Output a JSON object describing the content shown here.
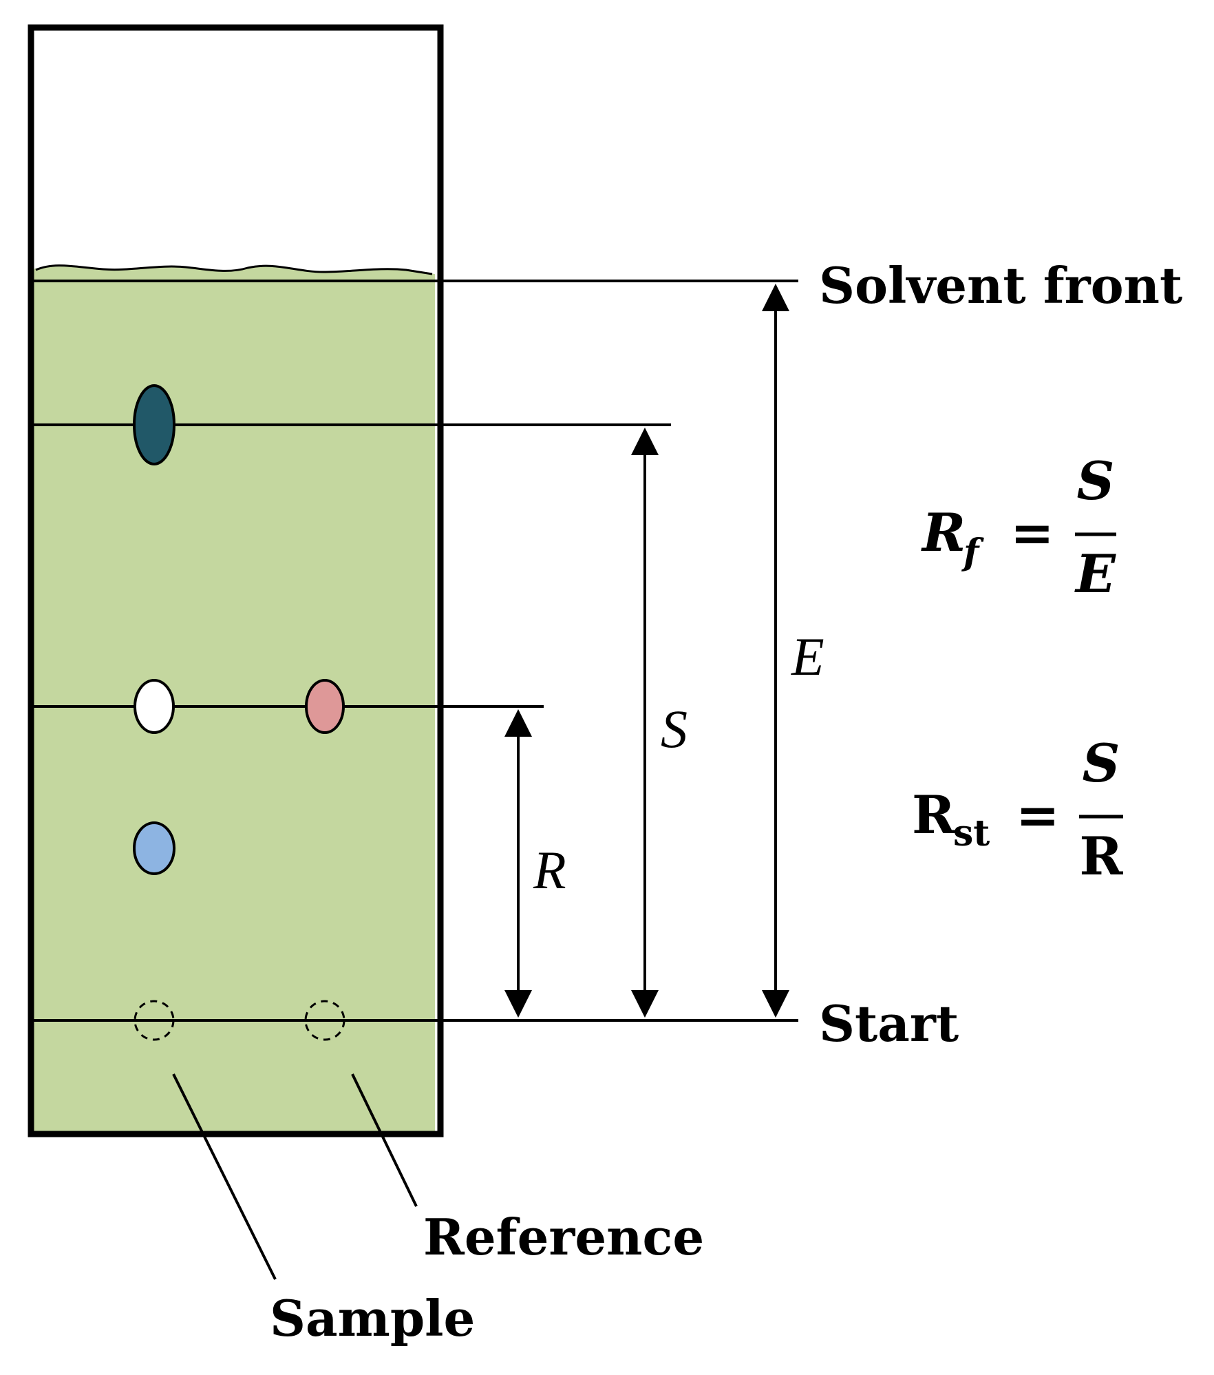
{
  "labels": {
    "solvent_front": "Solvent front",
    "start": "Start",
    "reference": "Reference",
    "sample": "Sample"
  },
  "distances": {
    "E": "E",
    "S": "S",
    "R": "R"
  },
  "formulas": {
    "rf": {
      "lhs_main": "R",
      "lhs_sub": "f",
      "equals": "=",
      "numerator": "S",
      "denominator": "E"
    },
    "rst": {
      "lhs_main": "R",
      "lhs_sub": "st",
      "equals": "=",
      "numerator": "S",
      "denominator": "R"
    }
  },
  "colors": {
    "solvent": "#c4d79f",
    "spot_dark": "#215868",
    "spot_white": "#ffffff",
    "spot_pink": "#de9898",
    "spot_blue": "#8db4e2",
    "stroke": "#000000"
  }
}
